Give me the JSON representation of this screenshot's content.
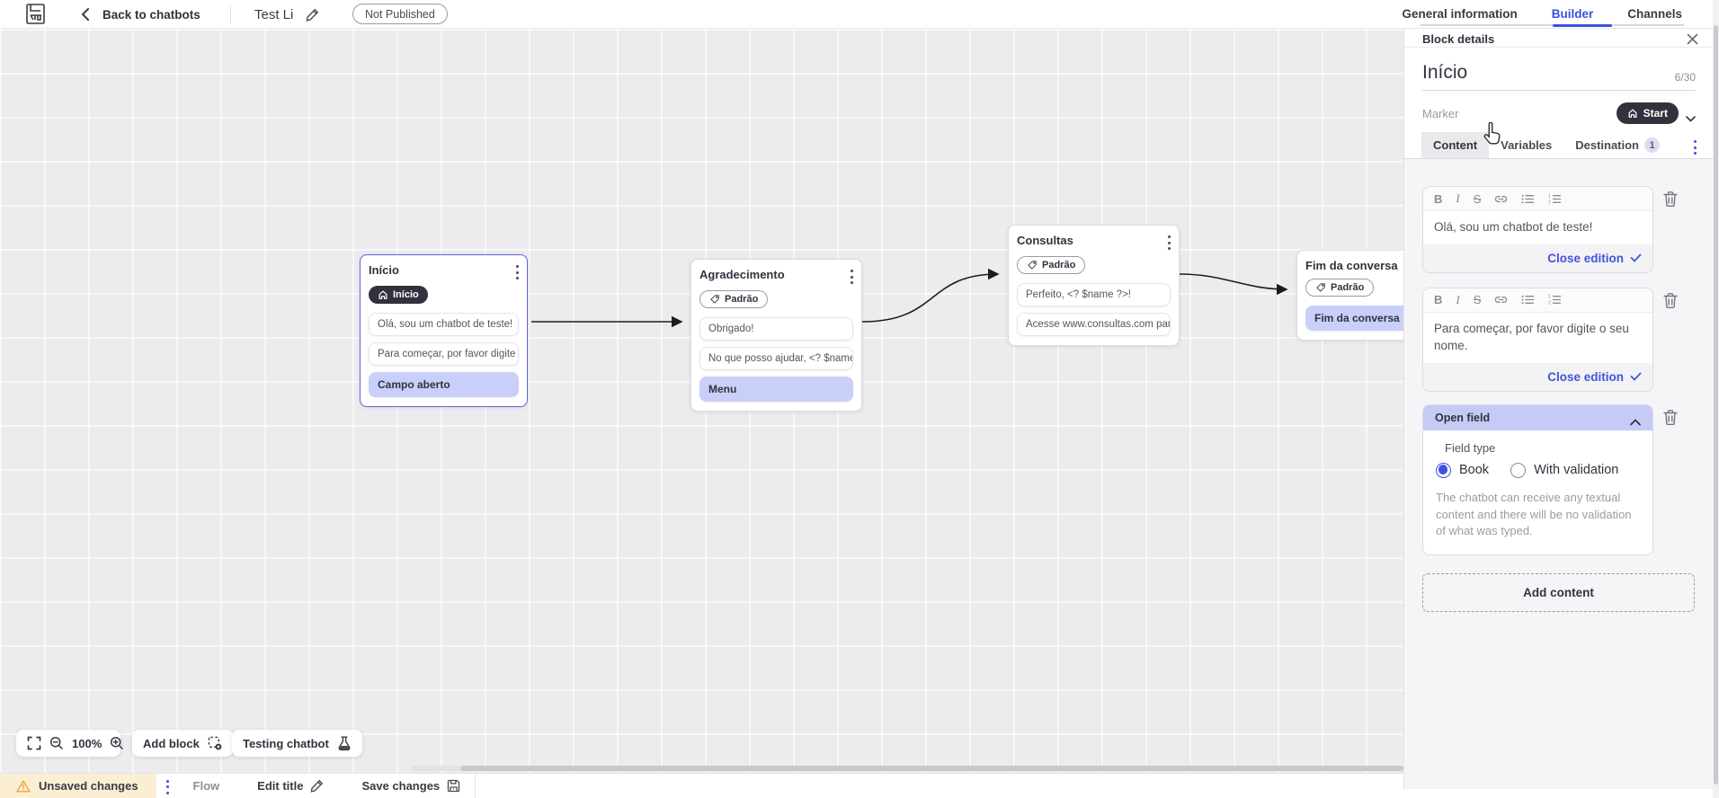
{
  "colors": {
    "accent": "#3b50dd",
    "lavender": "#c9cff9",
    "dark_pill": "#32323e",
    "warning_bg": "#fbeed3",
    "canvas_bg": "#ececee"
  },
  "topbar": {
    "back_label": "Back to chatbots",
    "bot_title": "Test Li",
    "publish_badge": "Not Published",
    "tabs": [
      {
        "label": "General information"
      },
      {
        "label": "Builder"
      },
      {
        "label": "Channels"
      }
    ]
  },
  "canvas": {
    "blocks": [
      {
        "title": "Início",
        "marker": "Início",
        "items": [
          {
            "text": "Olá, sou um chatbot de teste!"
          },
          {
            "text": "Para começar, por favor digite o ..."
          },
          {
            "text": "Campo aberto"
          }
        ]
      },
      {
        "title": "Agradecimento",
        "marker": "Padrão",
        "items": [
          {
            "text": "Obrigado!"
          },
          {
            "text": "No que posso ajudar, <? $name ..."
          },
          {
            "text": "Menu"
          }
        ]
      },
      {
        "title": "Consultas",
        "marker": "Padrão",
        "items": [
          {
            "text": "Perfeito, <? $name ?>!"
          },
          {
            "text": "Acesse www.consultas.com par..."
          }
        ]
      },
      {
        "title": "Fim da conversa",
        "marker": "Padrão",
        "items": [
          {
            "text": "Fim da conversa"
          }
        ]
      }
    ],
    "toolbar": {
      "zoom_level": "100%",
      "add_block_label": "Add block",
      "testing_label": "Testing chatbot"
    }
  },
  "panel": {
    "header": "Block details",
    "block_name": "Início",
    "name_counter": "6/30",
    "marker_label": "Marker",
    "marker_value": "Start",
    "tabs": {
      "content": "Content",
      "variables": "Variables",
      "destination": "Destination",
      "destination_badge": "1"
    },
    "editors": [
      {
        "text": "Olá, sou um chatbot de teste!",
        "close_label": "Close edition"
      },
      {
        "text": "Para começar, por favor digite o seu nome.",
        "close_label": "Close edition"
      }
    ],
    "open_field": {
      "title": "Open field",
      "field_type_label": "Field type",
      "options": [
        {
          "label": "Book",
          "selected": true
        },
        {
          "label": "With validation",
          "selected": false
        }
      ],
      "helper": "The chatbot can receive any textual content and there will be no validation of what was typed."
    },
    "add_content_label": "Add content"
  },
  "statusbar": {
    "unsaved_label": "Unsaved changes",
    "flow_label": "Flow",
    "edit_title_label": "Edit title",
    "save_label": "Save changes"
  }
}
